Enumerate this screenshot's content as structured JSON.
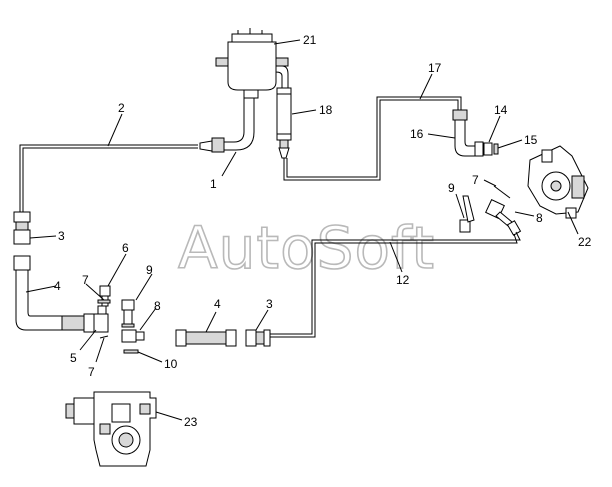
{
  "watermark": "AutoSoft",
  "callouts": [
    {
      "id": "21",
      "text": "21"
    },
    {
      "id": "18",
      "text": "18"
    },
    {
      "id": "17",
      "text": "17"
    },
    {
      "id": "2",
      "text": "2"
    },
    {
      "id": "1",
      "text": "1"
    },
    {
      "id": "14",
      "text": "14"
    },
    {
      "id": "16",
      "text": "16"
    },
    {
      "id": "15",
      "text": "15"
    },
    {
      "id": "7a",
      "text": "7"
    },
    {
      "id": "9a",
      "text": "9"
    },
    {
      "id": "8a",
      "text": "8"
    },
    {
      "id": "22",
      "text": "22"
    },
    {
      "id": "3a",
      "text": "3"
    },
    {
      "id": "12",
      "text": "12"
    },
    {
      "id": "4a",
      "text": "4"
    },
    {
      "id": "6",
      "text": "6"
    },
    {
      "id": "7b",
      "text": "7"
    },
    {
      "id": "9b",
      "text": "9"
    },
    {
      "id": "8b",
      "text": "8"
    },
    {
      "id": "4b",
      "text": "4"
    },
    {
      "id": "3b",
      "text": "3"
    },
    {
      "id": "5",
      "text": "5"
    },
    {
      "id": "7c",
      "text": "7"
    },
    {
      "id": "10",
      "text": "10"
    },
    {
      "id": "23",
      "text": "23"
    }
  ]
}
